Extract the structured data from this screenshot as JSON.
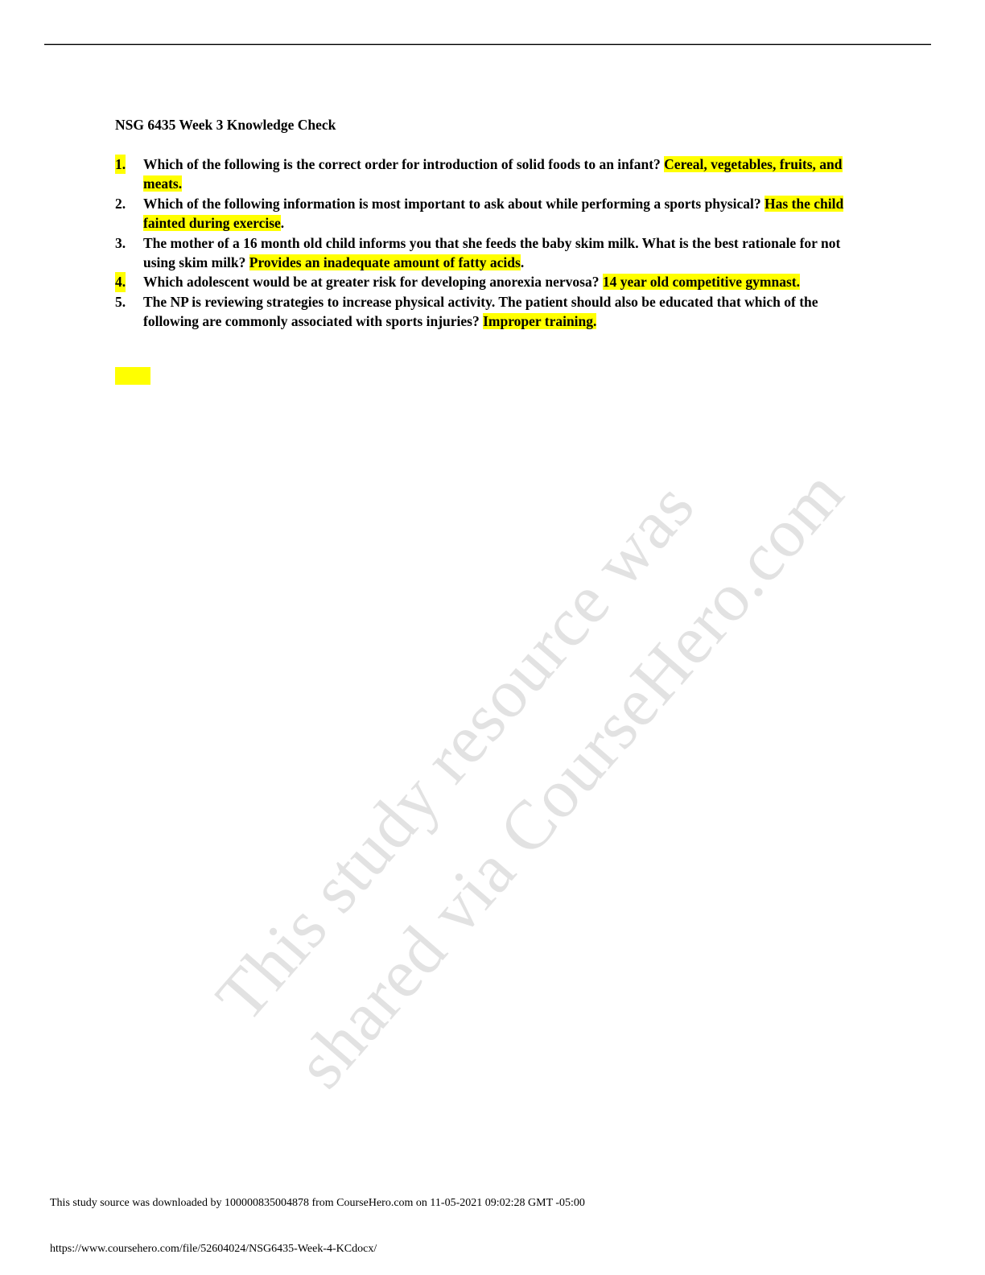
{
  "document": {
    "title": "NSG 6435 Week 3 Knowledge Check",
    "questions": [
      {
        "number": "1.",
        "number_highlighted": true,
        "question": "Which of the following is the correct order for introduction of solid foods to an infant? ",
        "answer": "Cereal, vegetables, fruits, and meats.",
        "trailing": ""
      },
      {
        "number": "2.",
        "number_highlighted": false,
        "question": "Which of the following information is most important to ask about while performing a sports physical? ",
        "answer": "Has the child fainted during exercise",
        "trailing": "."
      },
      {
        "number": "3.",
        "number_highlighted": false,
        "question": "The mother of a 16 month old child informs you that she feeds the baby skim milk. What is the best rationale for not using skim milk? ",
        "answer": "Provides an inadequate amount of fatty acids",
        "trailing": "."
      },
      {
        "number": "4.",
        "number_highlighted": true,
        "question": "Which adolescent would be at greater risk for developing anorexia nervosa? ",
        "answer": "14 year old competitive gymnast.",
        "trailing": ""
      },
      {
        "number": "5.",
        "number_highlighted": false,
        "question": "The NP is reviewing strategies to increase physical activity. The patient should also be educated that which of the following are commonly associated with sports injuries?  ",
        "answer": "Improper training.",
        "trailing": ""
      }
    ],
    "highlight_color": "#ffff00"
  },
  "watermark": {
    "line1": "This study resource was",
    "line2": "shared via CourseHero.com",
    "color": "#e2e2e2"
  },
  "footer": {
    "download_note": "This study source was downloaded by 100000835004878 from CourseHero.com on 11-05-2021 09:02:28 GMT -05:00",
    "url": "https://www.coursehero.com/file/52604024/NSG6435-Week-4-KCdocx/"
  }
}
